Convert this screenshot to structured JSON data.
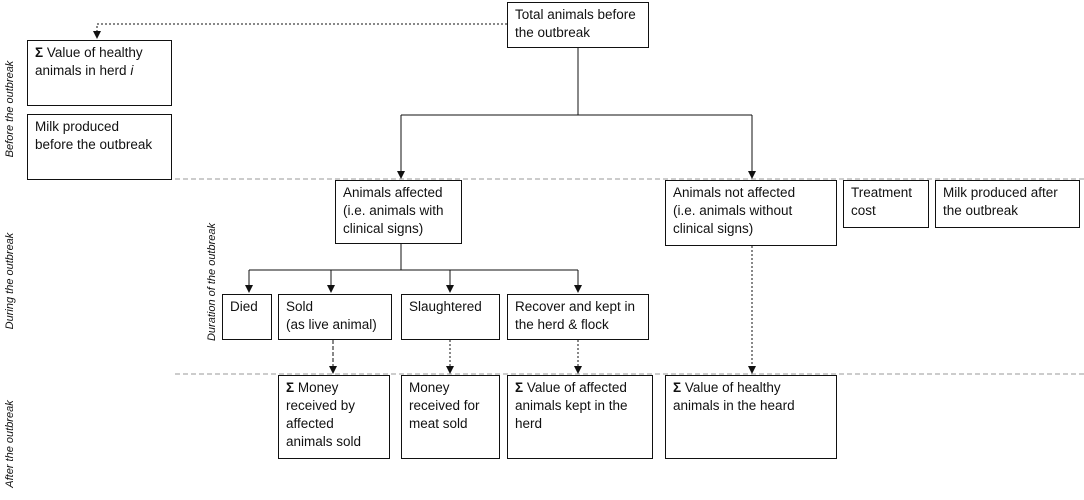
{
  "phases": {
    "before": "Before the outbreak",
    "during": "During the outbreak",
    "after": "After the outbreak",
    "duration": "Duration of the outbreak"
  },
  "boxes": {
    "total": "Total animals before\nthe outbreak",
    "value_healthy_before_sigma": "Σ",
    "value_healthy_before_text": " Value of healthy\nanimals in herd ",
    "value_healthy_before_italic": "i",
    "milk_before": "Milk produced\nbefore the outbreak",
    "affected": "Animals affected\n(i.e. animals with\nclinical signs)",
    "not_affected": "Animals not affected\n(i.e. animals without\nclinical signs)",
    "treatment": "Treatment\ncost",
    "milk_after": "Milk produced after\nthe outbreak",
    "died": "Died",
    "sold": "Sold\n(as live animal)",
    "slaughtered": "Slaughtered",
    "recover": "Recover and kept in\nthe herd & flock",
    "money_sold_sigma": "Σ",
    "money_sold_text": "  Money\nreceived  by\naffected\nanimals sold",
    "money_meat": "Money\nreceived for\nmeat sold",
    "value_affected_sigma": "Σ",
    "value_affected_text": " Value of affected\nanimals kept in the\nherd",
    "value_healthy_after_sigma": "Σ",
    "value_healthy_after_text": " Value of healthy\nanimals in the heard"
  }
}
